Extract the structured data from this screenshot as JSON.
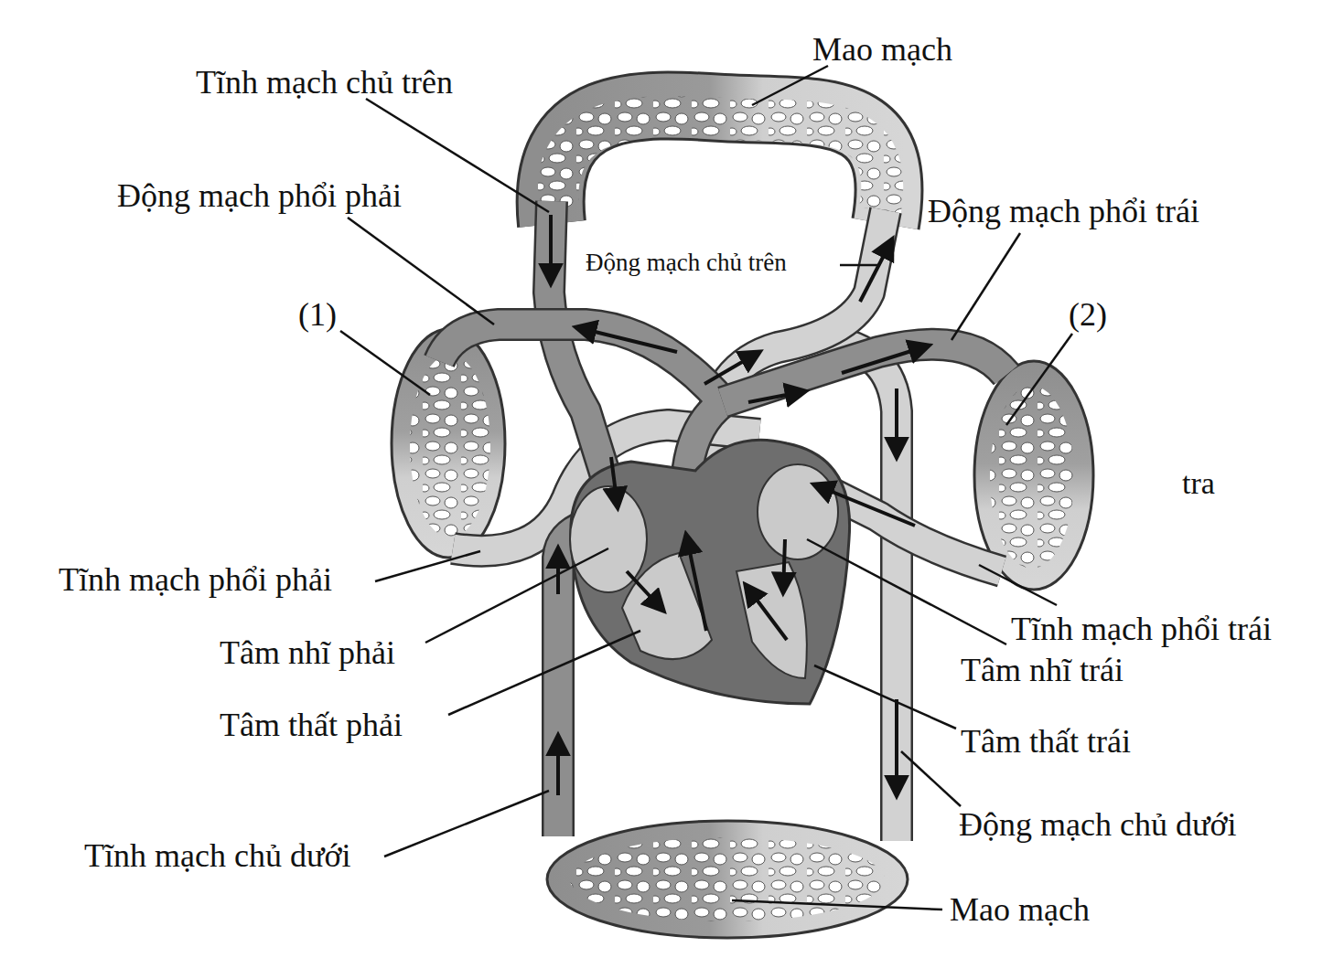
{
  "diagram": {
    "labels": [
      "Mao mạch",
      "Tĩnh mạch chủ trên",
      "Động mạch phổi phải",
      "Động mạch chủ trên",
      "Động mạch phổi trái",
      "(1)",
      "(2)",
      "tra",
      "Tĩnh mạch phổi phải",
      "Tâm nhĩ phải",
      "Tâm thất phải",
      "Tĩnh mạch chủ dưới",
      "Tĩnh mạch phổi trái",
      "Tâm nhĩ trái",
      "Tâm thất trái",
      "Động mạch chủ dưới",
      "Mao mạch"
    ]
  }
}
